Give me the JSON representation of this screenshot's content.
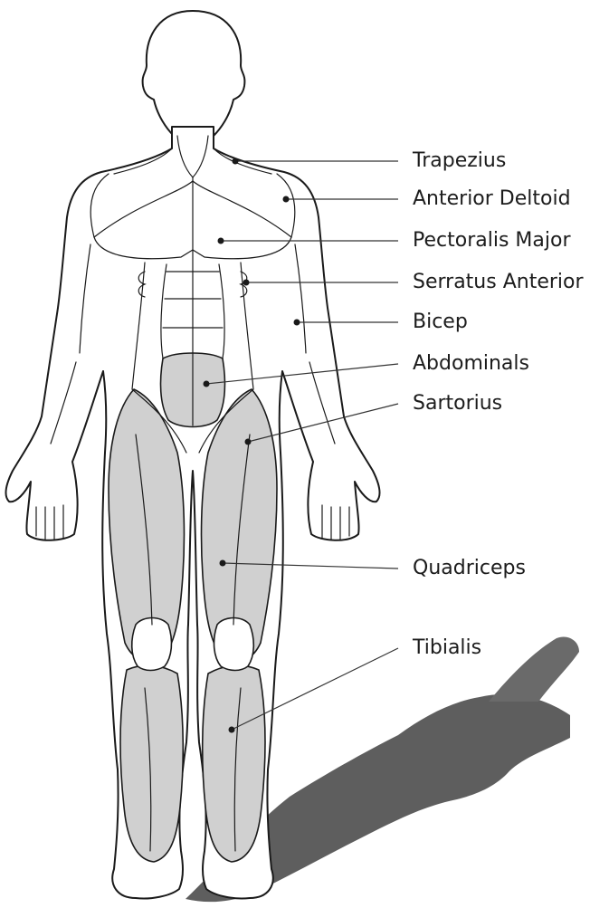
{
  "colors": {
    "outline": "#1a1a1a",
    "muscle_shaded": "#d0d0d0",
    "muscle_unshaded": "#ffffff",
    "shadow": "#5e5e5e",
    "leader_line": "#333333"
  },
  "labels": [
    {
      "id": "trapezius",
      "text": "Trapezius"
    },
    {
      "id": "anterior-deltoid",
      "text": "Anterior Deltoid"
    },
    {
      "id": "pectoralis-major",
      "text": "Pectoralis Major"
    },
    {
      "id": "serratus-anterior",
      "text": "Serratus Anterior"
    },
    {
      "id": "bicep",
      "text": "Bicep"
    },
    {
      "id": "abdominals",
      "text": "Abdominals"
    },
    {
      "id": "sartorius",
      "text": "Sartorius"
    },
    {
      "id": "quadriceps",
      "text": "Quadriceps"
    },
    {
      "id": "tibialis",
      "text": "Tibialis"
    }
  ]
}
